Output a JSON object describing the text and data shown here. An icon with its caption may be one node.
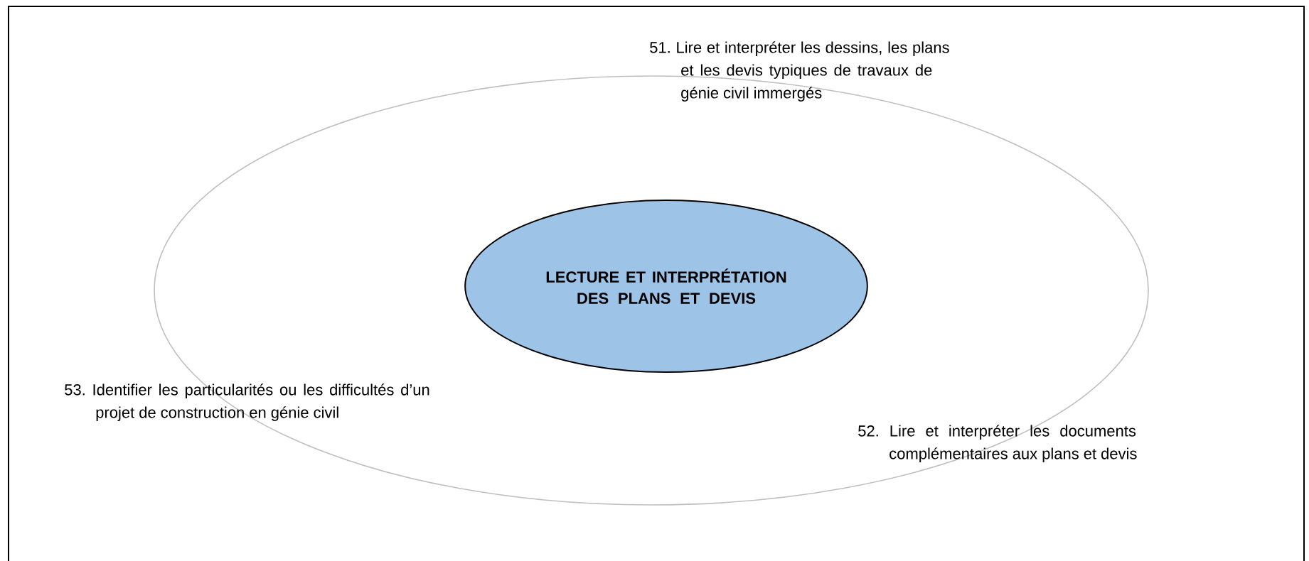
{
  "diagram": {
    "nodes": [
      {
        "text": [],
        "shape": "ellipse"
      },
      {
        "text": [
          "LECTURE ET INTERPRÉTATION DES PLANS ET DEVIS"
        ],
        "in": 0
      }
    ],
    "labels": [
      "51. Lire et interpréter les dessins, les plans et les devis typiques de travaux de génie civil immergés",
      "52. Lire et interpréter les documents complémentaires aux plans et devis",
      "53. Identifier les particularités ou les difficultés d’un projet de construction en génie civil"
    ]
  }
}
